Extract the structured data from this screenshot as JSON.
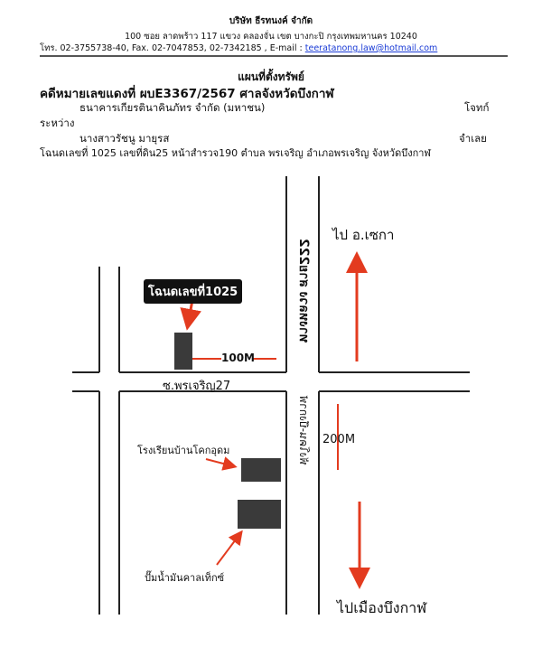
{
  "header": {
    "company": "บริษัท  ธีรทนงค์ จำกัด",
    "address": "100   ซอย ลาดพร้าว 117    แขวง คลองจั่น    เขต บางกะปิ   กรุงเทพมหานคร  10240",
    "contact_prefix": "โทร. 02-3755738-40, Fax.  02-7047853, 02-7342185 , E-mail : ",
    "email": "teeratanong.law@hotmail.com"
  },
  "document": {
    "title": "แผนที่ตั้งทรัพย์",
    "case_line": "คดีหมายเลขแดงที่ ผบE3367/2567 ศาลจังหวัดบึงกาฬ",
    "plaintiff_name": "ธนาคารเกียรตินาคินภัทร จำกัด (มหาชน)",
    "plaintiff_role": "โจทก์",
    "between": "ระหว่าง",
    "defendant_name": "นางสาวรัชนู มายุรส",
    "defendant_role": "จำเลย",
    "deed_line": "โฉนดเลขที่ 1025 เลขที่ดิน25 หน้าสำรวจ190 ตำบล พรเจริญ อำเภอพรเจริญ จังหวัดบึงกาฬ"
  },
  "map": {
    "to_seka": "ไป อ.เซกา",
    "highway": "ทางหลวง สาย222",
    "deed_callout": "โฉนดเลขที่1025",
    "distance_property": "100M",
    "soi_name": "ซ.พรเจริญ27",
    "road_name": "พังโคน-บึงกาฬ",
    "distance_road": "200M",
    "school": "โรงเรียนบ้านโคกอุดม",
    "gas_station": "ปั๊มน้ำมันคาลเท็กซ์",
    "to_buengkan": "ไปเมืองบึงกาฬ",
    "arrow_color": "#e33b1f"
  }
}
